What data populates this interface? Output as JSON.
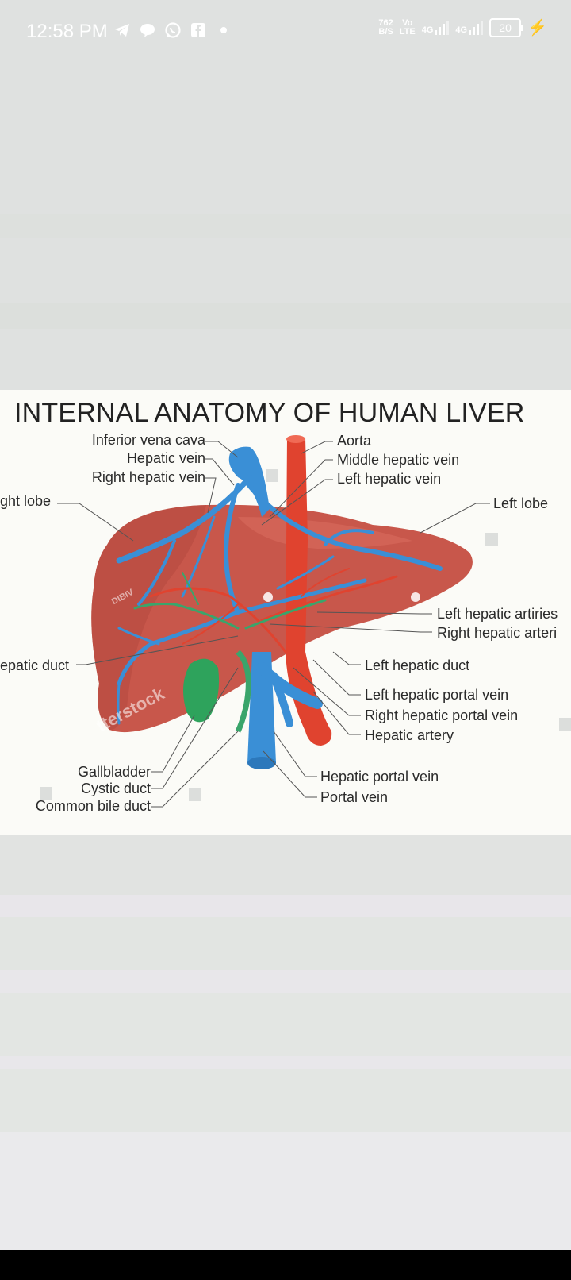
{
  "status_bar": {
    "time": "12:58 PM",
    "net_speed_value": "762",
    "net_speed_unit": "B/S",
    "volte_top": "Vo",
    "volte_bottom": "LTE",
    "sim1": "4G",
    "sim2": "4G",
    "battery": "20",
    "icons": [
      "telegram-icon",
      "chat-icon",
      "whatsapp-icon",
      "facebook-icon",
      "dot-icon",
      "charging-icon"
    ]
  },
  "diagram": {
    "title": "INTERNAL ANATOMY OF HUMAN LIVER",
    "labels": {
      "inferior_vena_cava": "Inferior vena cava",
      "hepatic_vein": "Hepatic vein",
      "right_hepatic_vein": "Right hepatic vein",
      "right_lobe": "ght lobe",
      "aorta": "Aorta",
      "middle_hepatic_vein": "Middle hepatic vein",
      "left_hepatic_vein": "Left hepatic vein",
      "left_lobe": "Left lobe",
      "left_hepatic_arteries": "Left hepatic artiries",
      "right_hepatic_arteries": "Right  hepatic arteri",
      "hepatic_duct": "epatic duct",
      "left_hepatic_duct": "Left hepatic duct",
      "left_hepatic_portal_vein": "Left hepatic portal vein",
      "right_hepatic_portal_vein": "Right hepatic portal vein",
      "hepatic_artery": "Hepatic artery",
      "gallbladder": "Gallbladder",
      "cystic_duct": "Cystic duct",
      "common_bile_duct": "Common bile duct",
      "hepatic_portal_vein": "Hepatic portal vein",
      "portal_vein": "Portal vein"
    },
    "watermark": "tterstock",
    "watermark_small": "DIBIV",
    "colors": {
      "liver": "#c8574b",
      "vein": "#3a8fd6",
      "artery": "#e0432f",
      "duct": "#3aa56b",
      "gallbladder": "#2ea35c"
    }
  }
}
